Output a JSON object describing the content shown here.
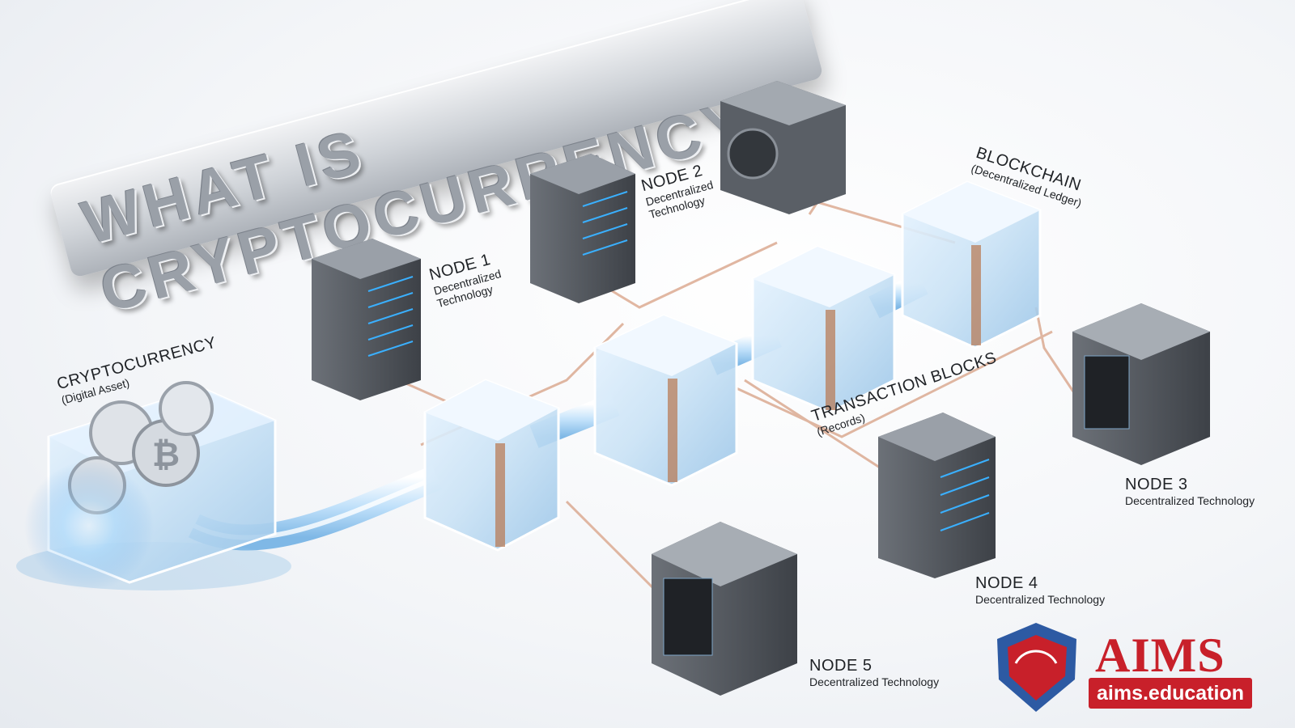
{
  "title": "WHAT IS CRYPTOCURRENCY?",
  "labels": {
    "cryptocurrency": {
      "title": "CRYPTOCURRENCY",
      "subtitle": "(Digital Asset)"
    },
    "node1": {
      "title": "NODE 1",
      "subtitle1": "Decentralized",
      "subtitle2": "Technology"
    },
    "node2": {
      "title": "NODE 2",
      "subtitle1": "Decentralized",
      "subtitle2": "Technology"
    },
    "node3": {
      "title": "NODE 3",
      "subtitle": "Decentralized Technology"
    },
    "node4": {
      "title": "NODE 4",
      "subtitle": "Decentralized Technology"
    },
    "node5": {
      "title": "NODE 5",
      "subtitle": "Decentralized Technology"
    },
    "blockchain": {
      "title": "BLOCKCHAIN",
      "subtitle": "(Decentralized Ledger)"
    },
    "transactions": {
      "title": "TRANSACTION BLOCKS",
      "subtitle": "(Records)"
    }
  },
  "brand": {
    "name": "AIMS",
    "url": "aims.education",
    "color": "#c8202a"
  },
  "colors": {
    "glass": "#cfe6f7",
    "copper": "#b8764f",
    "metal": "#8a9098",
    "glow": "#4aa3ff"
  }
}
